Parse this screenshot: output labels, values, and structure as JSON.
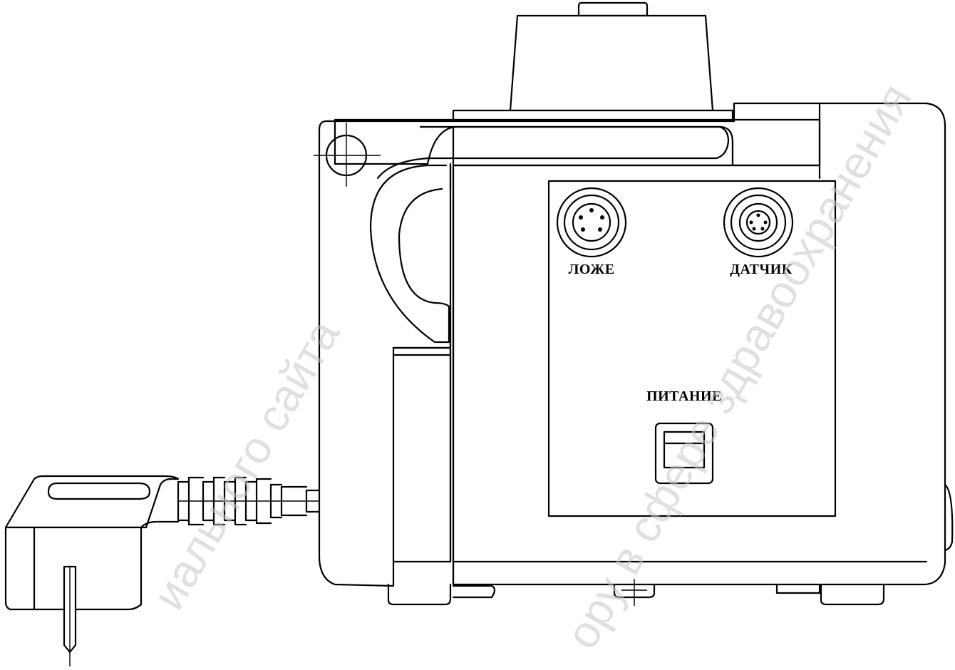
{
  "panel": {
    "labels": {
      "bed_connector": "ЛОЖЕ",
      "sensor_connector": "ДАТЧИК",
      "power_switch": "ПИТАНИЕ"
    }
  },
  "watermarks": {
    "left": "иального сайта",
    "right": "ору в сфере здравоохранения"
  },
  "colors": {
    "line": "#000000",
    "background": "#ffffff",
    "watermark": "#c8c8c8"
  }
}
